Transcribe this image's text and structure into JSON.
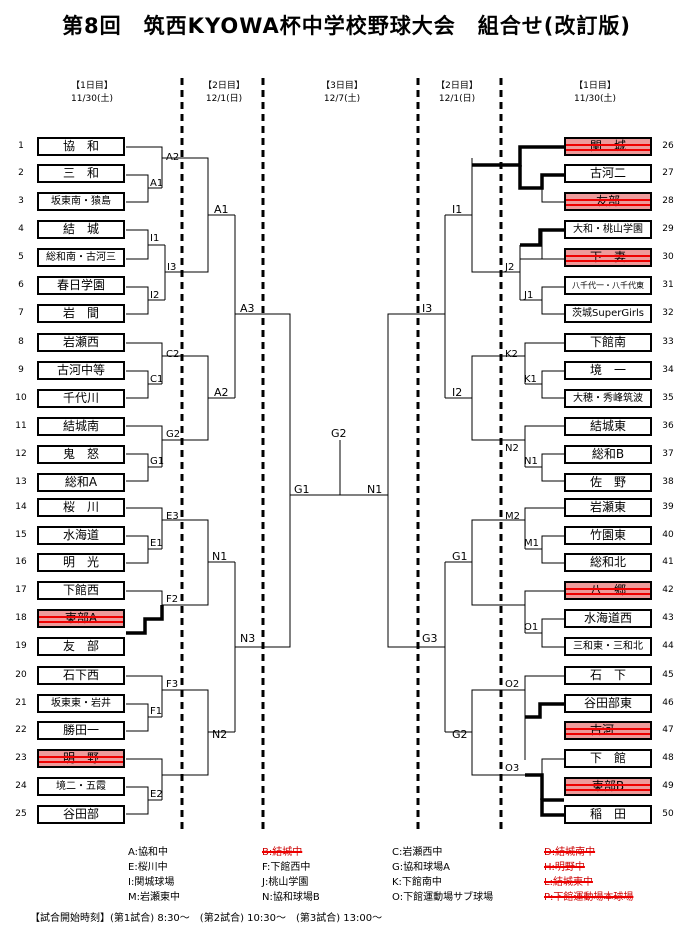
{
  "title": "第8回　筑西KYOWA杯中学校野球大会　組合せ(改訂版)",
  "headers": [
    {
      "day": "【1日目】",
      "date": "11/30(土)"
    },
    {
      "day": "【2日目】",
      "date": "12/1(日)"
    },
    {
      "day": "【3日目】",
      "date": "12/7(土)"
    },
    {
      "day": "【2日目】",
      "date": "12/1(日)"
    },
    {
      "day": "【1日目】",
      "date": "11/30(土)"
    }
  ],
  "left_teams": [
    {
      "no": "1",
      "name": "協　和"
    },
    {
      "no": "2",
      "name": "三　和"
    },
    {
      "no": "3",
      "name": "坂東南・猿島"
    },
    {
      "no": "4",
      "name": "結　城"
    },
    {
      "no": "5",
      "name": "総和南・古河三"
    },
    {
      "no": "6",
      "name": "春日学園"
    },
    {
      "no": "7",
      "name": "岩　間"
    },
    {
      "no": "8",
      "name": "岩瀬西"
    },
    {
      "no": "9",
      "name": "古河中等"
    },
    {
      "no": "10",
      "name": "千代川"
    },
    {
      "no": "11",
      "name": "結城南"
    },
    {
      "no": "12",
      "name": "鬼　怒"
    },
    {
      "no": "13",
      "name": "総和A"
    },
    {
      "no": "14",
      "name": "桜　川"
    },
    {
      "no": "15",
      "name": "水海道"
    },
    {
      "no": "16",
      "name": "明　光"
    },
    {
      "no": "17",
      "name": "下館西"
    },
    {
      "no": "18",
      "name": "東部A"
    },
    {
      "no": "19",
      "name": "友　部"
    },
    {
      "no": "20",
      "name": "石下西"
    },
    {
      "no": "21",
      "name": "坂東東・岩井"
    },
    {
      "no": "22",
      "name": "勝田一"
    },
    {
      "no": "23",
      "name": "明　野"
    },
    {
      "no": "24",
      "name": "境二・五霞"
    },
    {
      "no": "25",
      "name": "谷田部"
    }
  ],
  "right_teams": [
    {
      "no": "26",
      "name": "関　城"
    },
    {
      "no": "27",
      "name": "古河二"
    },
    {
      "no": "28",
      "name": "友部"
    },
    {
      "no": "29",
      "name": "大和・桃山学園"
    },
    {
      "no": "30",
      "name": "下　妻"
    },
    {
      "no": "31",
      "name": "八千代一・八千代東"
    },
    {
      "no": "32",
      "name": "茨城SuperGirls"
    },
    {
      "no": "33",
      "name": "下館南"
    },
    {
      "no": "34",
      "name": "境　一"
    },
    {
      "no": "35",
      "name": "大穂・秀峰筑波"
    },
    {
      "no": "36",
      "name": "結城東"
    },
    {
      "no": "37",
      "name": "総和B"
    },
    {
      "no": "38",
      "name": "佐　野"
    },
    {
      "no": "39",
      "name": "岩瀬東"
    },
    {
      "no": "40",
      "name": "竹園東"
    },
    {
      "no": "41",
      "name": "総和北"
    },
    {
      "no": "42",
      "name": "八　郷"
    },
    {
      "no": "43",
      "name": "水海道西"
    },
    {
      "no": "44",
      "name": "三和東・三和北"
    },
    {
      "no": "45",
      "name": "石　下"
    },
    {
      "no": "46",
      "name": "谷田部東"
    },
    {
      "no": "47",
      "name": "古河一"
    },
    {
      "no": "48",
      "name": "下　館"
    },
    {
      "no": "49",
      "name": "東部B"
    },
    {
      "no": "50",
      "name": "稲　田"
    }
  ],
  "match_labels": {
    "A2": "A2",
    "A1": "A1",
    "I1": "I1",
    "I3": "I3",
    "I2": "I2",
    "C2": "C2",
    "C1": "C1",
    "G2_left": "G2",
    "G1_left": "G1",
    "E3": "E3",
    "E1": "E1",
    "F2": "F2",
    "F3": "F3",
    "F1": "F1",
    "E2": "E2",
    "A1_r2": "A1",
    "A2_r2": "A2",
    "N1_r2": "N1",
    "N2_r2": "N2",
    "A3": "A3",
    "N3": "N3",
    "G1_final": "G1",
    "N1_final": "N1",
    "G2_final": "G2",
    "I3_r": "I3",
    "G3_r": "G3",
    "I1_r": "I1",
    "I2_r": "I2",
    "G1_r": "G1",
    "G2_r": "G2",
    "J2": "J2",
    "J1": "J1",
    "K2": "K2",
    "K1": "K1",
    "N2_r": "N2",
    "N1_r": "N1",
    "M2": "M2",
    "M1": "M1",
    "O1": "O1",
    "O2": "O2",
    "O3": "O3"
  },
  "venues": [
    {
      "text": "A:協和中",
      "struck": false
    },
    {
      "text": "E:桜川中",
      "struck": false
    },
    {
      "text": "I:関城球場",
      "struck": false
    },
    {
      "text": "M:岩瀬東中",
      "struck": false
    },
    {
      "text": "B:結城中",
      "struck": true
    },
    {
      "text": "F:下館西中",
      "struck": false
    },
    {
      "text": "J:桃山学園",
      "struck": false
    },
    {
      "text": "N:協和球場B",
      "struck": false
    },
    {
      "text": "C:岩瀬西中",
      "struck": false
    },
    {
      "text": "G:協和球場A",
      "struck": false
    },
    {
      "text": "K:下館南中",
      "struck": false
    },
    {
      "text": "O:下館運動場サブ球場",
      "struck": false
    },
    {
      "text": "D:結城南中",
      "struck": true
    },
    {
      "text": "H:明野中",
      "struck": true
    },
    {
      "text": "L:結城東中",
      "struck": true
    },
    {
      "text": "P:下館運動場本球場",
      "struck": true
    }
  ],
  "footer": "【試合開始時刻】(第1試合) 8:30～　(第2試合) 10:30～　(第3試合) 13:00～"
}
